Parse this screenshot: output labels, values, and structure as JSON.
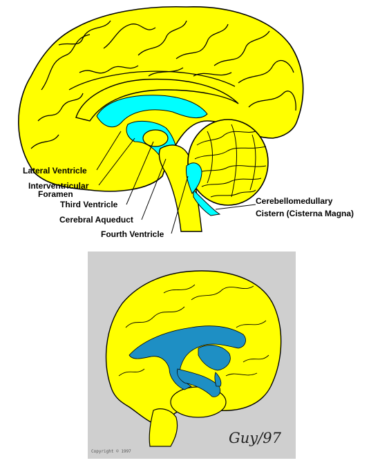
{
  "diagram1": {
    "labels": {
      "lateral_ventricle": "Lateral Ventricle",
      "interventricular_line1": "Interventricular",
      "interventricular_line2": "Foramen",
      "third_ventricle": "Third Ventricle",
      "cerebral_aqueduct": "Cerebral Aqueduct",
      "fourth_ventricle": "Fourth Ventricle",
      "cisterna_line1": "Cerebellomedullary",
      "cisterna_line2": "Cistern (Cisterna Magna)"
    },
    "colors": {
      "brain": "#ffff00",
      "csf": "#00ffff",
      "outline": "#000000"
    }
  },
  "diagram2": {
    "signature": "Guy/97",
    "credit": "Copyright © 1997",
    "colors": {
      "background": "#cfcfcf",
      "brain": "#ffff00",
      "ventricles": "#1e8fc4",
      "outline": "#000000"
    }
  }
}
